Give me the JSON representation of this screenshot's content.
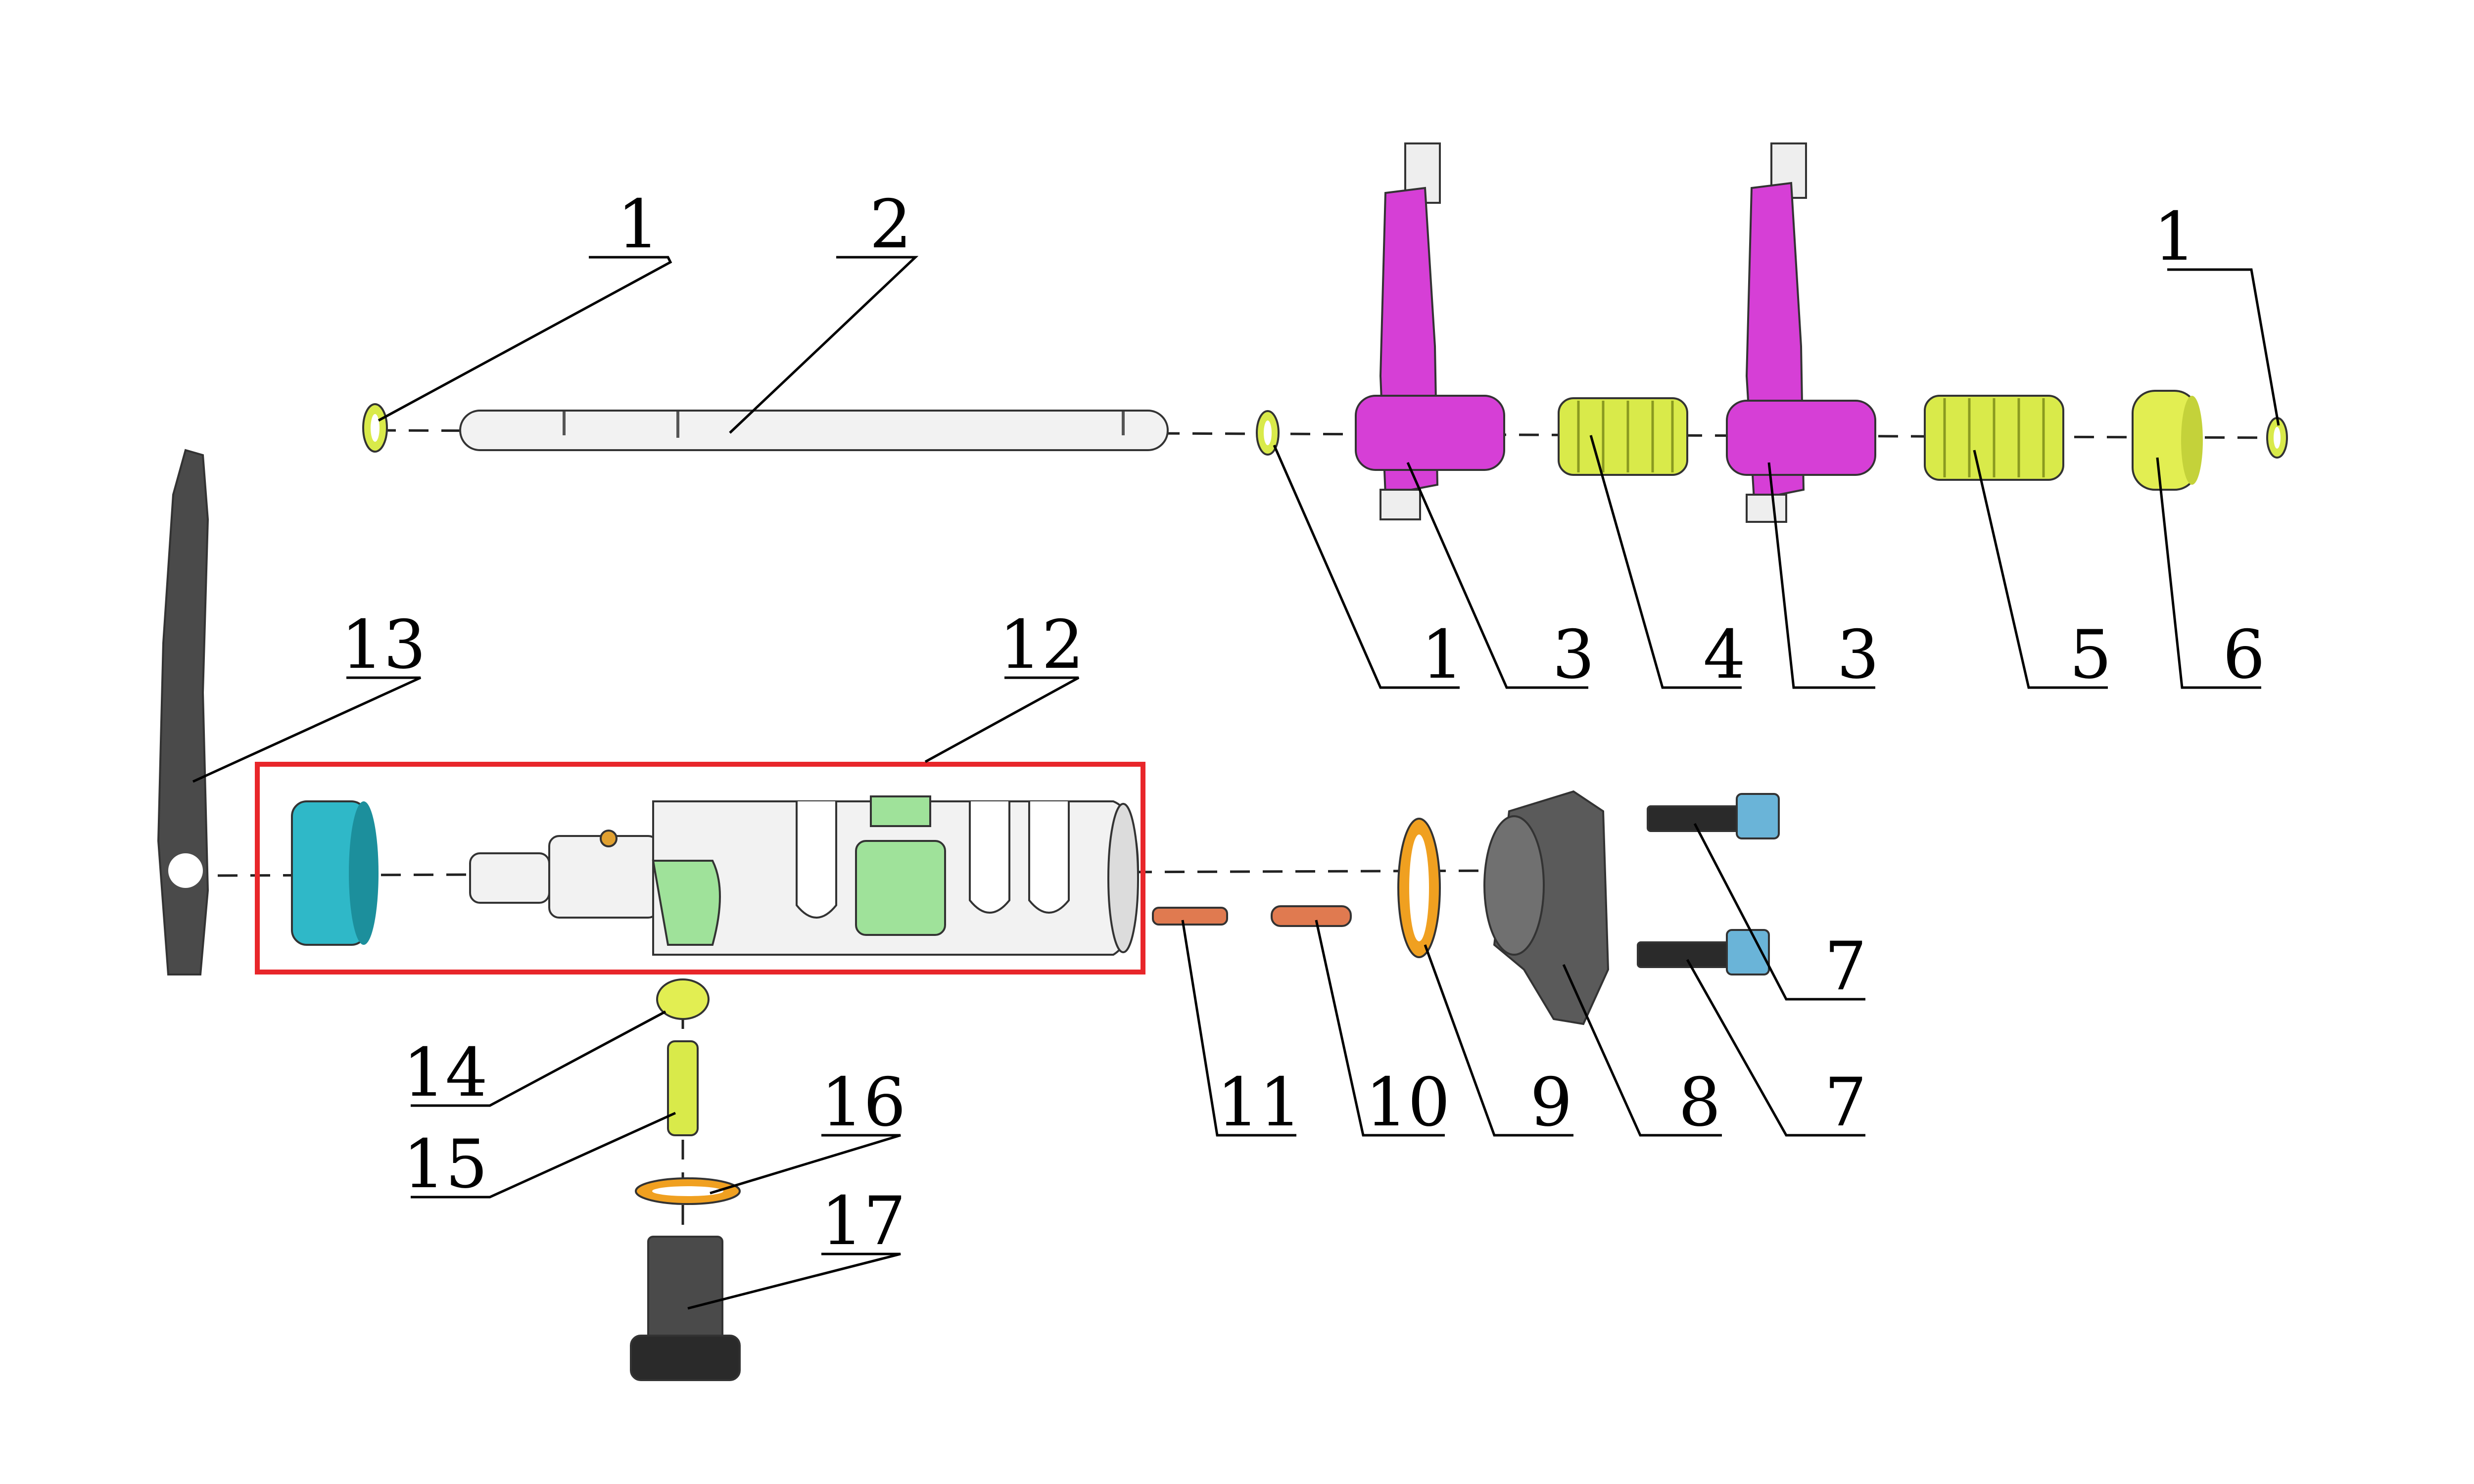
{
  "diagram": {
    "type": "exploded-parts-diagram",
    "colors": {
      "highlight_box": "#e8262a",
      "shift_fork": "#d63fd6",
      "spring_yellow": "#d9ea4a",
      "collar_yellow": "#e2ee52",
      "cap_cyan": "#2fb8c8",
      "washer_orange": "#f0a020",
      "copper": "#e07a50",
      "bolt_blue": "#6ab4d8",
      "dark_part": "#4a4a4a",
      "drum_white": "#f2f2f2",
      "green_window": "#9fe29a"
    },
    "callouts": [
      {
        "id": "c1-left",
        "label": "1",
        "part": "circlip"
      },
      {
        "id": "c2",
        "label": "2",
        "part": "fork-shaft"
      },
      {
        "id": "c1-right",
        "label": "1",
        "part": "circlip"
      },
      {
        "id": "c1-mid",
        "label": "1",
        "part": "circlip"
      },
      {
        "id": "c3-a",
        "label": "3",
        "part": "shift-fork"
      },
      {
        "id": "c4",
        "label": "4",
        "part": "spring"
      },
      {
        "id": "c3-b",
        "label": "3",
        "part": "shift-fork"
      },
      {
        "id": "c5",
        "label": "5",
        "part": "spring"
      },
      {
        "id": "c6",
        "label": "6",
        "part": "collar"
      },
      {
        "id": "c13",
        "label": "13",
        "part": "shift-plate"
      },
      {
        "id": "c12",
        "label": "12",
        "part": "shift-drum-assembly"
      },
      {
        "id": "c7-a",
        "label": "7",
        "part": "bolt"
      },
      {
        "id": "c7-b",
        "label": "7",
        "part": "bolt"
      },
      {
        "id": "c14",
        "label": "14",
        "part": "ball"
      },
      {
        "id": "c15",
        "label": "15",
        "part": "spring"
      },
      {
        "id": "c16",
        "label": "16",
        "part": "o-ring"
      },
      {
        "id": "c17",
        "label": "17",
        "part": "plug-bolt"
      },
      {
        "id": "c11",
        "label": "11",
        "part": "spring"
      },
      {
        "id": "c10",
        "label": "10",
        "part": "pin"
      },
      {
        "id": "c9",
        "label": "9",
        "part": "o-ring"
      },
      {
        "id": "c8",
        "label": "8",
        "part": "bearing-holder"
      }
    ]
  }
}
